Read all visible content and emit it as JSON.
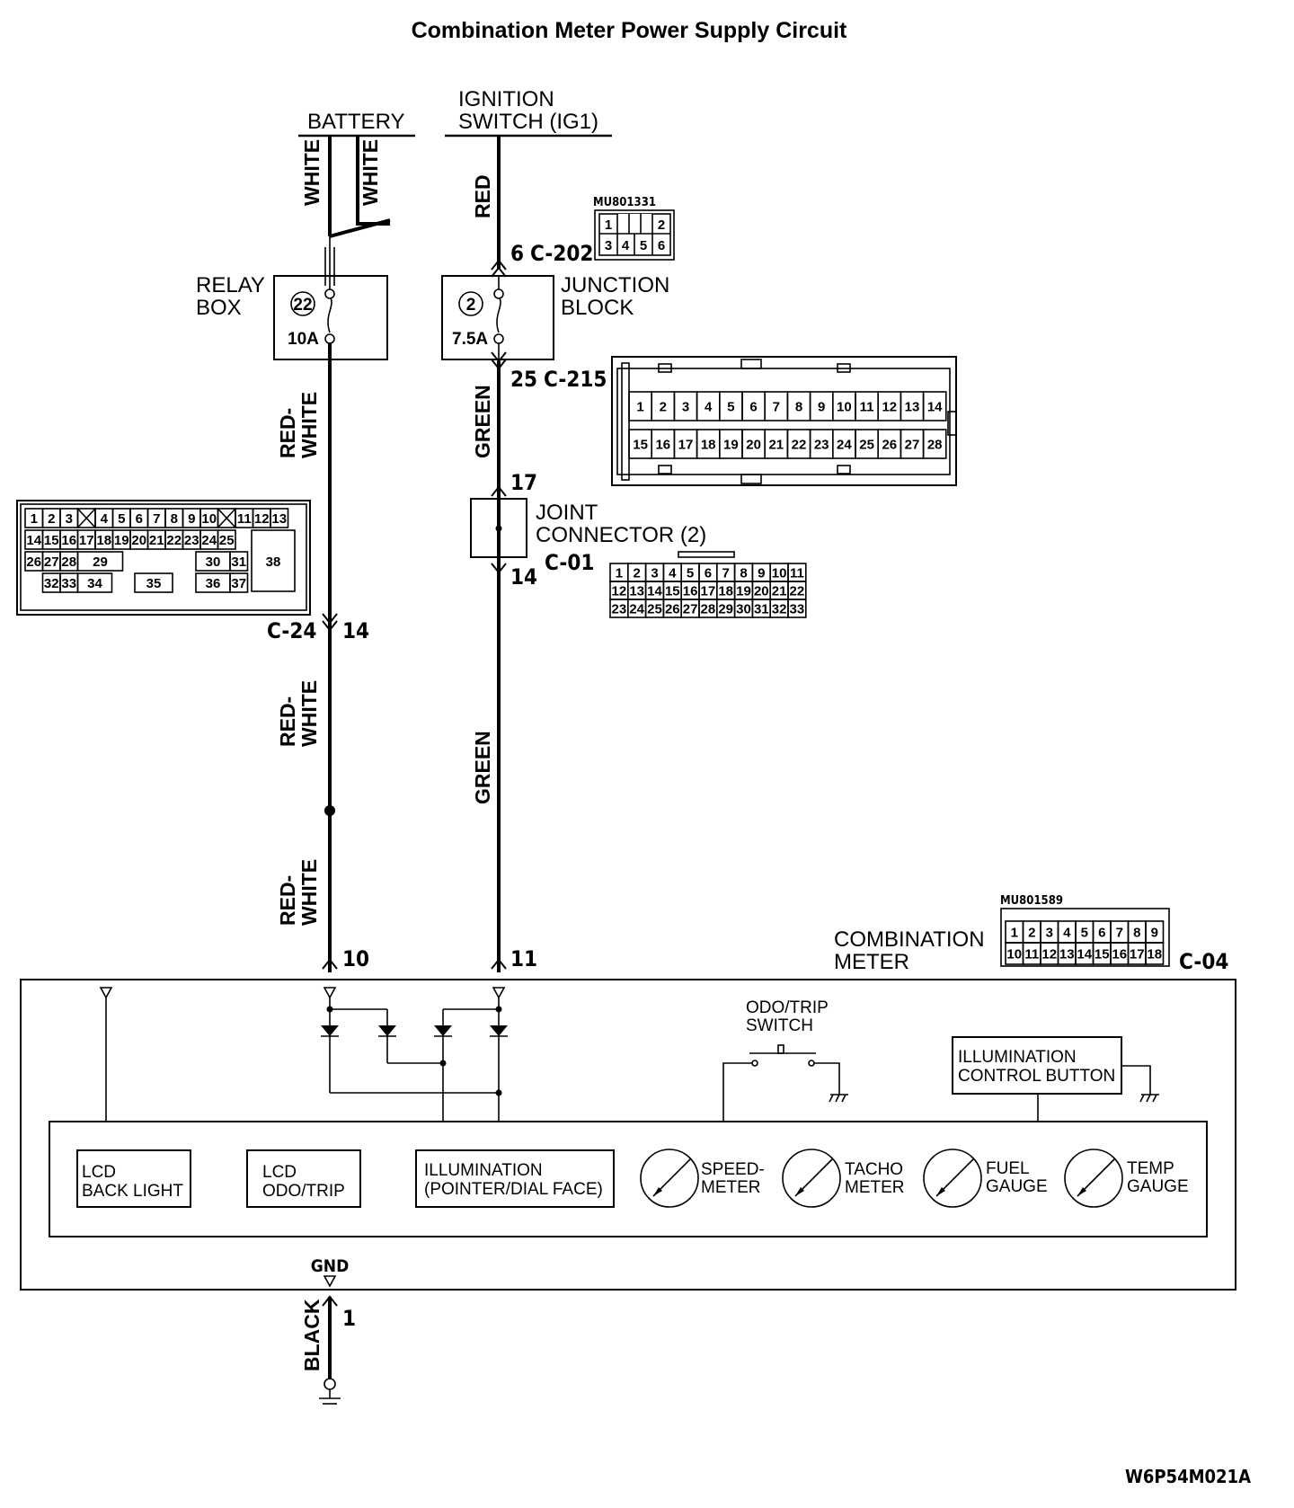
{
  "title": "Combination Meter Power Supply Circuit",
  "drawing_id": "W6P54M021A",
  "sources": {
    "battery": "BATTERY",
    "ignition_line1": "IGNITION",
    "ignition_line2": "SWITCH (IG1)"
  },
  "wires": {
    "white_a": "WHITE",
    "white_b": "WHITE",
    "red": "RED",
    "green_1": "GREEN",
    "green_2": "GREEN",
    "red_white_line1": "RED-",
    "red_white_line2": "WHITE",
    "black": "BLACK"
  },
  "relay_box": {
    "label_line1": "RELAY",
    "label_line2": "BOX",
    "fuse_no": "22",
    "rating": "10A"
  },
  "junction_block": {
    "label_line1": "JUNCTION",
    "label_line2": "BLOCK",
    "fuse_no": "2",
    "rating": "7.5A"
  },
  "connectors": {
    "c202": {
      "pin": "6",
      "name": "C-202",
      "part": "MU801331",
      "cells": [
        "1",
        "2",
        "3",
        "4",
        "5",
        "6"
      ]
    },
    "c215": {
      "pin": "25",
      "name": "C-215",
      "row1": [
        "1",
        "2",
        "3",
        "4",
        "5",
        "6",
        "7",
        "8",
        "9",
        "10",
        "11",
        "12",
        "13",
        "14"
      ],
      "row2": [
        "15",
        "16",
        "17",
        "18",
        "19",
        "20",
        "21",
        "22",
        "23",
        "24",
        "25",
        "26",
        "27",
        "28"
      ]
    },
    "joint": {
      "pin_in": "17",
      "pin_out": "14",
      "label_line1": "JOINT",
      "label_line2": "CONNECTOR (2)",
      "name": "C-01",
      "row1": [
        "1",
        "2",
        "3",
        "4",
        "5",
        "6",
        "7",
        "8",
        "9",
        "10",
        "11"
      ],
      "row2": [
        "12",
        "13",
        "14",
        "15",
        "16",
        "17",
        "18",
        "19",
        "20",
        "21",
        "22"
      ],
      "row3": [
        "23",
        "24",
        "25",
        "26",
        "27",
        "28",
        "29",
        "30",
        "31",
        "32",
        "33"
      ]
    },
    "c24": {
      "name": "C-24",
      "pin": "14",
      "row1": [
        "1",
        "2",
        "3",
        "4",
        "5",
        "6",
        "7",
        "8",
        "9",
        "10",
        "11",
        "12",
        "13"
      ],
      "row2": [
        "14",
        "15",
        "16",
        "17",
        "18",
        "19",
        "20",
        "21",
        "22",
        "23",
        "24",
        "25"
      ],
      "row3": [
        "26",
        "27",
        "28",
        "29",
        "30",
        "31"
      ],
      "row4": [
        "32",
        "33",
        "34",
        "35",
        "36",
        "37"
      ],
      "big": "38"
    },
    "c04": {
      "name": "C-04",
      "part": "MU801589",
      "pin_battery": "10",
      "pin_ignition": "11",
      "row1": [
        "1",
        "2",
        "3",
        "4",
        "5",
        "6",
        "7",
        "8",
        "9"
      ],
      "row2": [
        "10",
        "11",
        "12",
        "13",
        "14",
        "15",
        "16",
        "17",
        "18"
      ]
    }
  },
  "meter": {
    "label_line1": "COMBINATION",
    "label_line2": "METER",
    "odo_switch_line1": "ODO/TRIP",
    "odo_switch_line2": "SWITCH",
    "illum_btn_line1": "ILLUMINATION",
    "illum_btn_line2": "CONTROL BUTTON",
    "gnd": "GND",
    "gnd_pin": "1",
    "components": {
      "lcd_back_light_1": "LCD",
      "lcd_back_light_2": "BACK LIGHT",
      "lcd_odo_1": "LCD",
      "lcd_odo_2": "ODO/TRIP",
      "illum_1": "ILLUMINATION",
      "illum_2": "(POINTER/DIAL FACE)",
      "speedo_1": "SPEED-",
      "speedo_2": "METER",
      "tacho_1": "TACHO",
      "tacho_2": "METER",
      "fuel_1": "FUEL",
      "fuel_2": "GAUGE",
      "temp_1": "TEMP",
      "temp_2": "GAUGE"
    }
  }
}
